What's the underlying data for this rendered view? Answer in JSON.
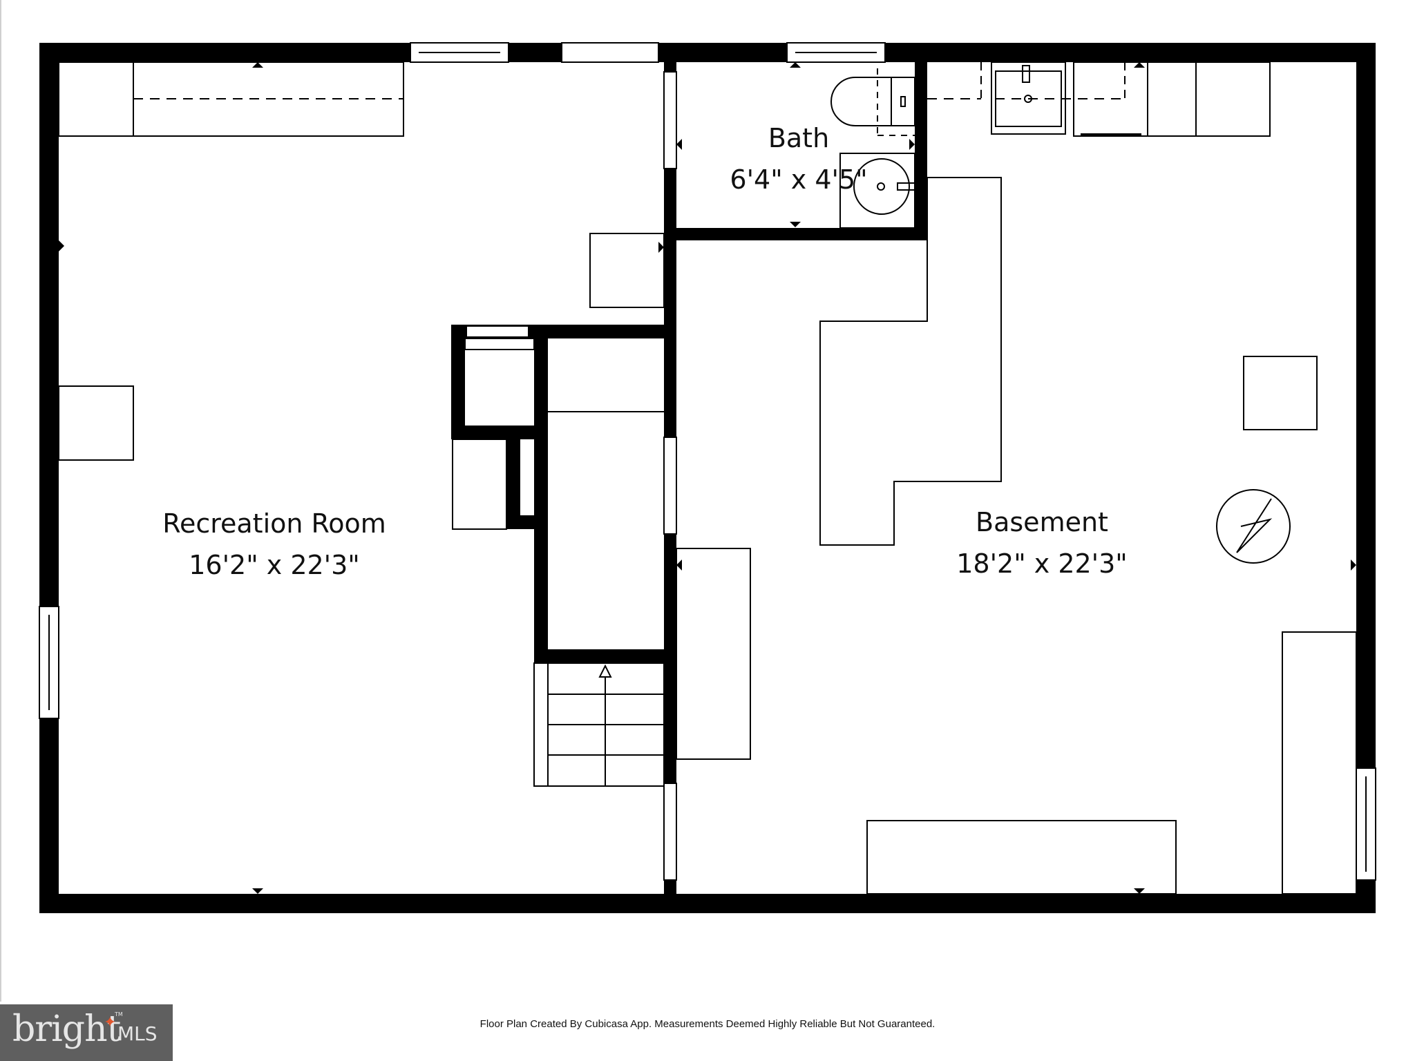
{
  "rooms": [
    {
      "name": "Recreation Room",
      "dimensions": "16'2\" x 22'3\""
    },
    {
      "name": "Bath",
      "dimensions": "6'4\" x 4'5\""
    },
    {
      "name": "Basement",
      "dimensions": "18'2\" x 22'3\""
    }
  ],
  "footer": {
    "disclaimer": "Floor Plan Created By Cubicasa App. Measurements Deemed Highly Reliable But Not Guaranteed."
  },
  "logo": {
    "brand": "bright",
    "suffix": "MLS",
    "trademark": "TM",
    "accent_color": "#e0562e",
    "background": "#5f5f5f"
  },
  "colors": {
    "wall": "#000000",
    "background": "#ffffff",
    "text": "#111111"
  }
}
